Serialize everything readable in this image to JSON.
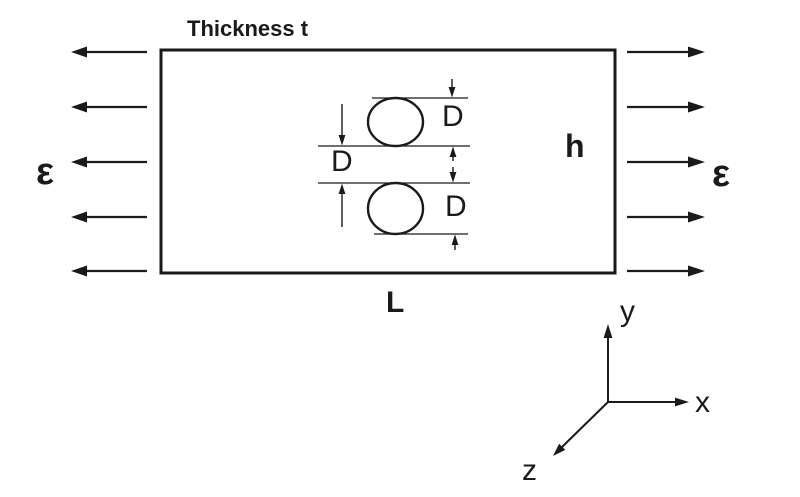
{
  "figure": {
    "background_color": "#ffffff",
    "ink_color": "#1a1a1a",
    "plate": {
      "thickness_label": "Thickness t",
      "height_label": "h",
      "length_label": "L"
    },
    "strain_arrows": {
      "left_label": "ε",
      "right_label": "ε"
    },
    "holes": {
      "top_hole_diameter_label": "D",
      "hole_spacing_label": "D",
      "bottom_hole_diameter_label": "D"
    },
    "coordinate_axes": {
      "x_label": "x",
      "y_label": "y",
      "z_label": "z"
    }
  }
}
